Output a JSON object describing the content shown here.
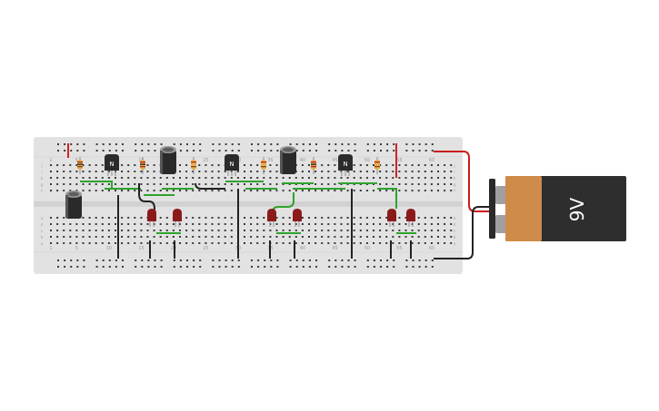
{
  "circuit": {
    "breadboard": {
      "column_numbers": [
        "1",
        "5",
        "10",
        "15",
        "20",
        "25",
        "30",
        "35",
        "40",
        "45",
        "50",
        "55",
        "60"
      ],
      "row_letters_top": [
        "j",
        "i",
        "h",
        "g",
        "f"
      ],
      "row_letters_bottom": [
        "e",
        "d",
        "c",
        "b",
        "a"
      ]
    },
    "battery": {
      "label": "9V"
    },
    "transistor_label": "N",
    "colors": {
      "board": "#e2e2e2",
      "hole": "#3a3a3a",
      "wire_green": "#2fa32f",
      "wire_black": "#222222",
      "wire_red": "#cc1b1b",
      "rail_red": "#d62020",
      "led": "#8b1a1a",
      "battery_body": "#2e2e2e",
      "battery_label": "#cf8b4a",
      "capacitor": "#2a2a2a",
      "transistor": "#2b2b2b"
    }
  }
}
